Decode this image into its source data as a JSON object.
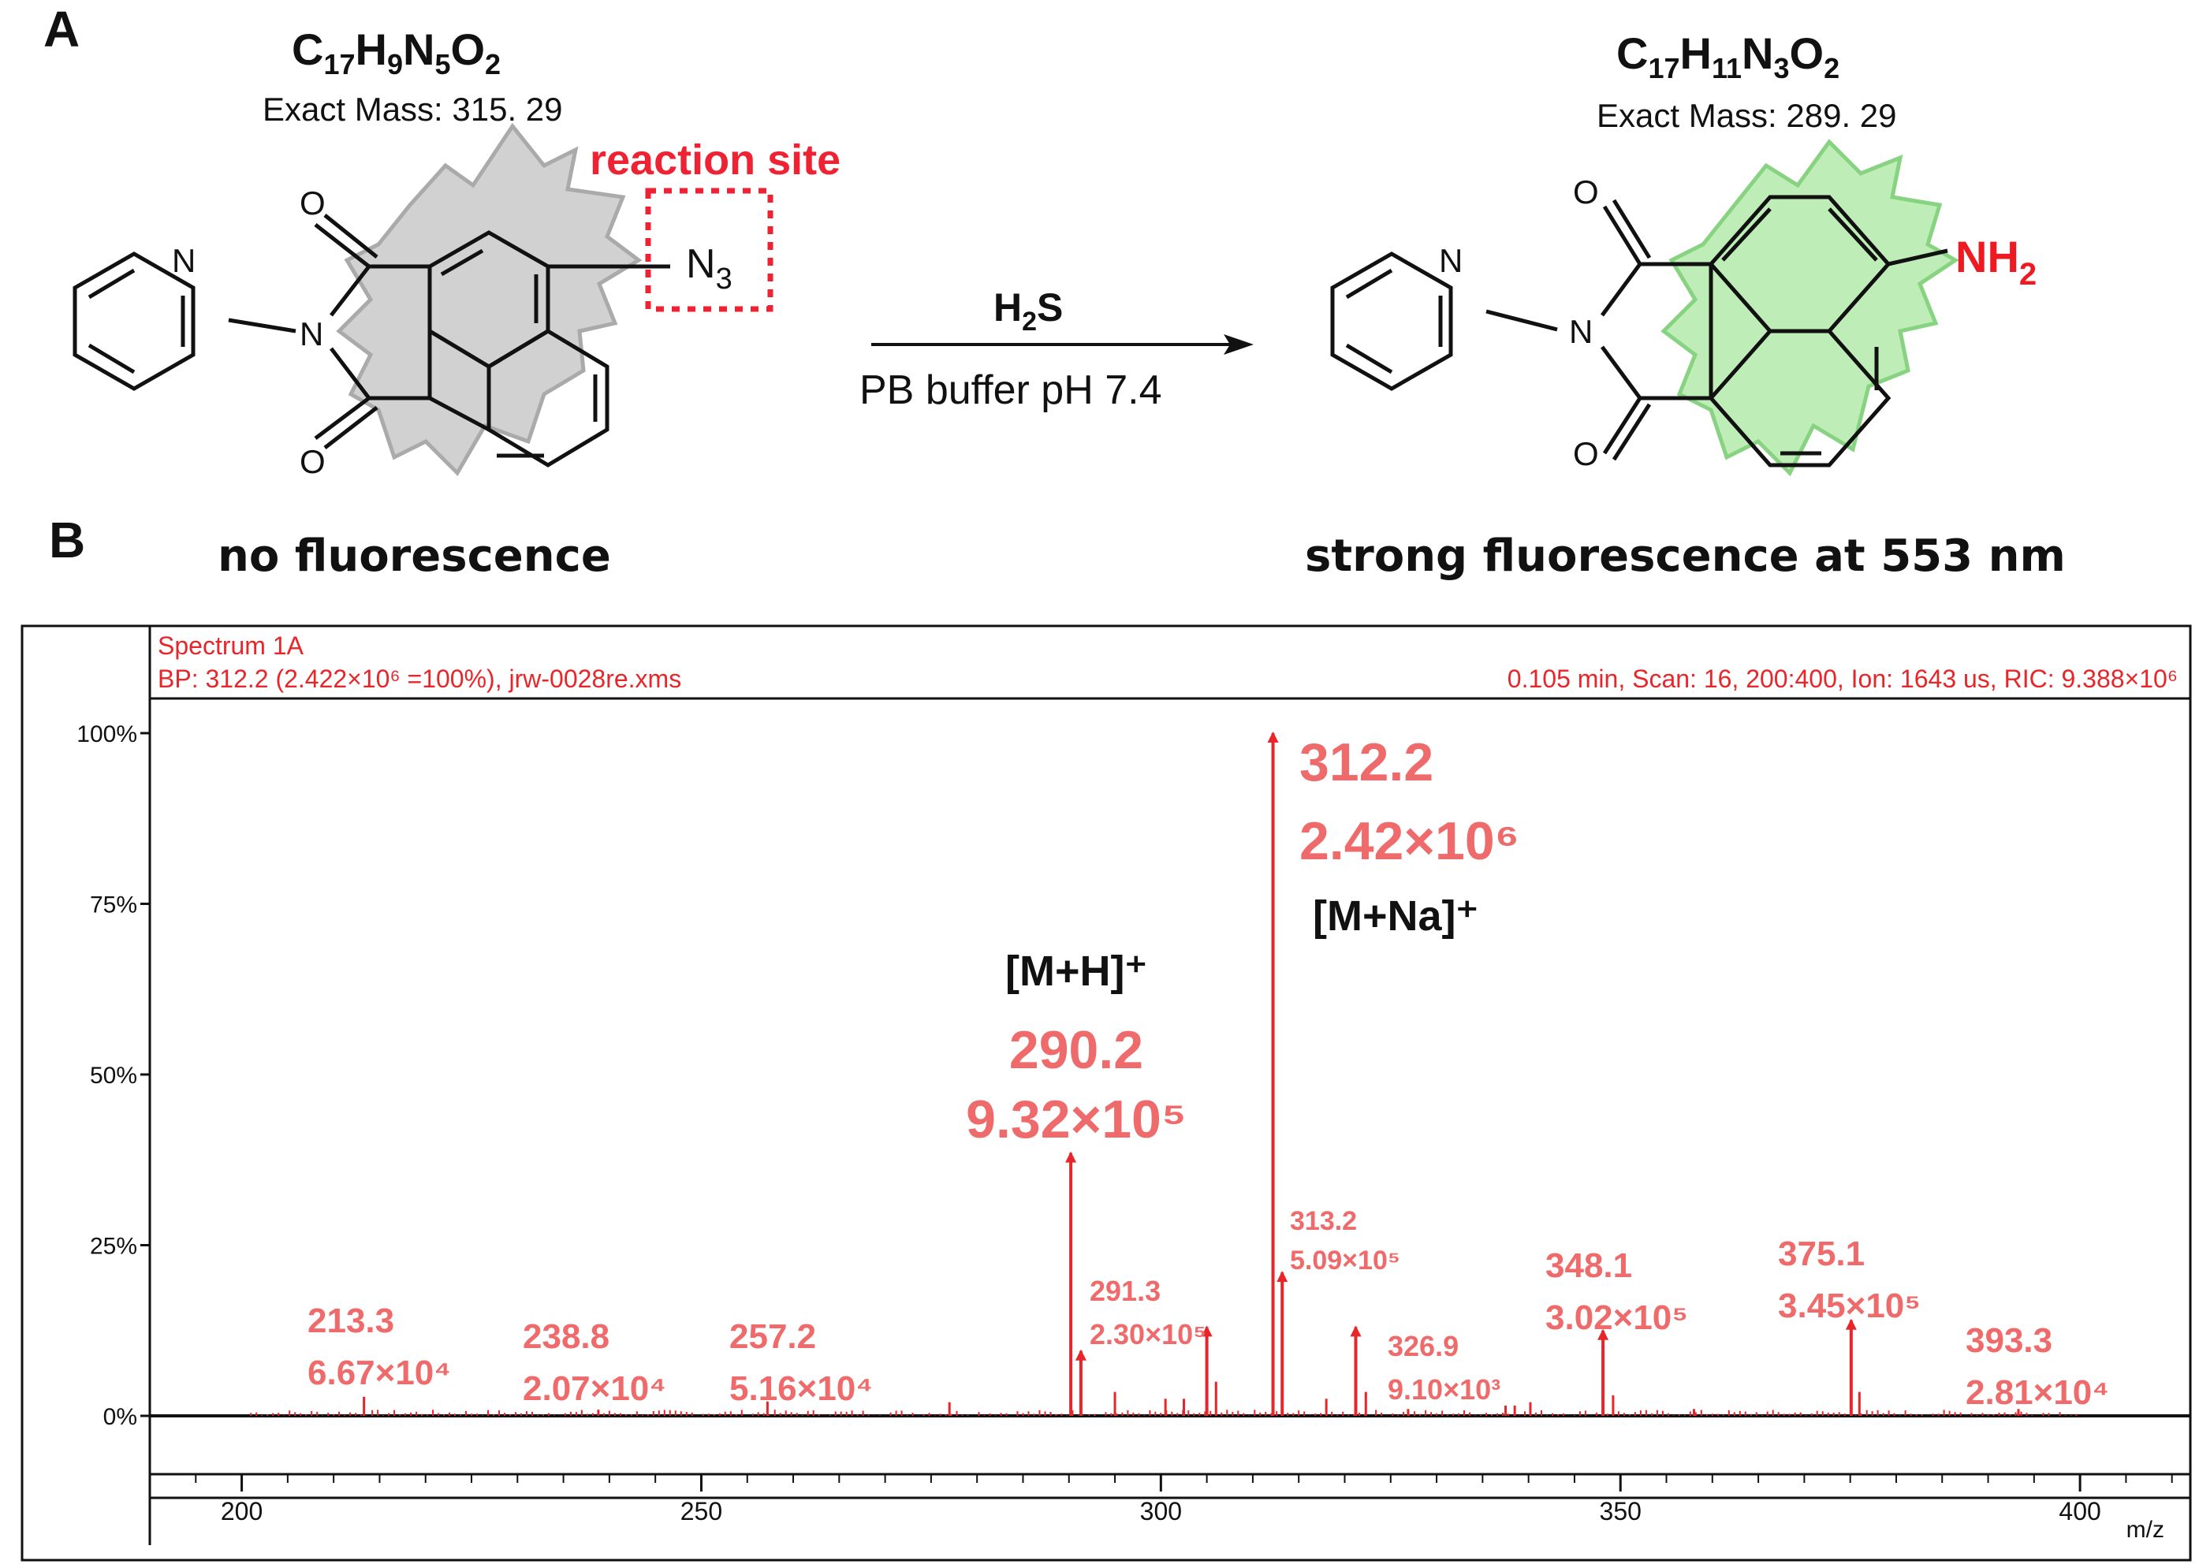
{
  "panel_a": {
    "letter": "A",
    "reactant": {
      "formula": "C17H9N5O2",
      "exact_mass": "Exact Mass: 315. 29",
      "caption": "no fluorescence",
      "reaction_site_label": "reaction site",
      "group": "N3"
    },
    "reagent": "H2S",
    "conditions": "PB buffer pH 7.4",
    "product": {
      "formula": "C17H11N3O2",
      "exact_mass": "Exact Mass: 289. 29",
      "caption": "strong fluorescence at 553 nm",
      "group": "NH2"
    },
    "atoms": {
      "N": "N",
      "O": "O"
    }
  },
  "panel_b": {
    "letter": "B",
    "header_line1": "Spectrum 1A",
    "header_line2_left": "BP: 312.2 (2.422×10⁶ =100%), jrw-0028re.xms",
    "header_line2_right": "0.105 min, Scan: 16, 200:400, Ion: 1643 us, RIC: 9.388×10⁶",
    "colors": {
      "spectrum": "#e8262a",
      "annotation": "#ef6a6a",
      "ion": "#111111"
    }
  },
  "chart_data": {
    "type": "bar",
    "xlabel": "m/z",
    "ylabel": "",
    "xlim": [
      190,
      412
    ],
    "ylim": [
      0,
      100
    ],
    "xticks": [
      200,
      250,
      300,
      350,
      400
    ],
    "yticks": [
      "0%",
      "25%",
      "50%",
      "75%",
      "100%"
    ],
    "series": [
      {
        "peaks": [
          {
            "mz": 213.3,
            "rel": 2.8
          },
          {
            "mz": 238.8,
            "rel": 0.9
          },
          {
            "mz": 257.2,
            "rel": 2.1
          },
          {
            "mz": 277.0,
            "rel": 2.0
          },
          {
            "mz": 290.2,
            "rel": 38.5
          },
          {
            "mz": 291.3,
            "rel": 9.5
          },
          {
            "mz": 295.0,
            "rel": 3.5
          },
          {
            "mz": 300.5,
            "rel": 2.5
          },
          {
            "mz": 302.5,
            "rel": 2.5
          },
          {
            "mz": 305.0,
            "rel": 13.0
          },
          {
            "mz": 306.0,
            "rel": 5.0
          },
          {
            "mz": 312.2,
            "rel": 100
          },
          {
            "mz": 313.2,
            "rel": 21.0
          },
          {
            "mz": 318.0,
            "rel": 2.5
          },
          {
            "mz": 321.2,
            "rel": 13.0
          },
          {
            "mz": 322.3,
            "rel": 3.5
          },
          {
            "mz": 326.9,
            "rel": 1.0
          },
          {
            "mz": 337.5,
            "rel": 1.5
          },
          {
            "mz": 338.5,
            "rel": 1.5
          },
          {
            "mz": 340.2,
            "rel": 2.0
          },
          {
            "mz": 348.1,
            "rel": 12.5
          },
          {
            "mz": 349.2,
            "rel": 3.0
          },
          {
            "mz": 358.0,
            "rel": 1.0
          },
          {
            "mz": 375.1,
            "rel": 14.0
          },
          {
            "mz": 376.0,
            "rel": 3.5
          },
          {
            "mz": 393.3,
            "rel": 1.0
          }
        ]
      }
    ],
    "annotations": [
      {
        "mz": "213.3",
        "intensity": "6.67×10⁴"
      },
      {
        "mz": "238.8",
        "intensity": "2.07×10⁴"
      },
      {
        "mz": "257.2",
        "intensity": "5.16×10⁴"
      },
      {
        "mz": "290.2",
        "intensity": "9.32×10⁵",
        "ion": "[M+H]⁺"
      },
      {
        "mz": "291.3",
        "intensity": "2.30×10⁵"
      },
      {
        "mz": "312.2",
        "intensity": "2.42×10⁶",
        "ion": "[M+Na]⁺"
      },
      {
        "mz": "313.2",
        "intensity": "5.09×10⁵"
      },
      {
        "mz": "326.9",
        "intensity": "9.10×10³"
      },
      {
        "mz": "348.1",
        "intensity": "3.02×10⁵"
      },
      {
        "mz": "375.1",
        "intensity": "3.45×10⁵"
      },
      {
        "mz": "393.3",
        "intensity": "2.81×10⁴"
      }
    ]
  }
}
